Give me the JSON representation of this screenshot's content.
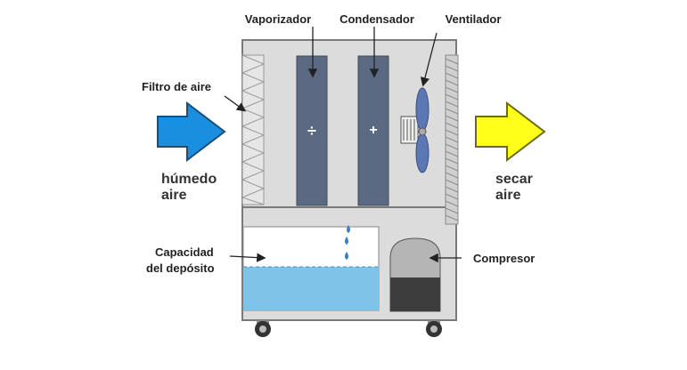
{
  "labels": {
    "vaporizador": "Vaporizador",
    "condensador": "Condensador",
    "ventilador": "Ventilador",
    "filtro": "Filtro de aire",
    "humedo_line1": "húmedo",
    "humedo_line2": "aire",
    "secar_line1": "secar",
    "secar_line2": "aire",
    "capacidad_line1": "Capacidad",
    "capacidad_line2": "del depósito",
    "compresor": "Compresor"
  },
  "symbols": {
    "minus_divide": "÷",
    "plus": "+"
  },
  "colors": {
    "inlet_arrow": "#1a8fe0",
    "outlet_arrow": "#ffff1a",
    "cabinet": "#dcdcdc",
    "cabinet_stroke": "#7a7a7a",
    "coil": "#5b6a82",
    "water": "#7ec3e8",
    "compressor_top": "#b5b5b5",
    "compressor_bottom": "#3d3d3d"
  }
}
